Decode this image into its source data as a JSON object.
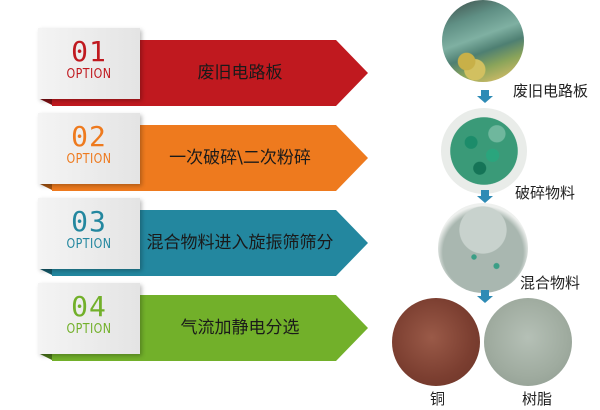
{
  "steps": [
    {
      "number": "01",
      "option": "OPTION",
      "label": "废旧电路板",
      "color": "#c0191f",
      "dark": "#7d1014"
    },
    {
      "number": "02",
      "option": "OPTION",
      "label": "一次破碎\\二次粉碎",
      "color": "#ee7a1e",
      "dark": "#a5530f"
    },
    {
      "number": "03",
      "option": "OPTION",
      "label": "混合物料进入旋振筛筛分",
      "color": "#23879f",
      "dark": "#155a6a"
    },
    {
      "number": "04",
      "option": "OPTION",
      "label": "气流加静电分选",
      "color": "#72b02a",
      "dark": "#497419"
    }
  ],
  "flow": {
    "items": [
      {
        "name": "circuit-board-photo",
        "caption": "废旧电路板"
      },
      {
        "name": "crushed-material-photo",
        "caption": "破碎物料"
      },
      {
        "name": "mixed-material-photo",
        "caption": "混合物料"
      },
      {
        "name": "copper-photo",
        "caption": "铜"
      },
      {
        "name": "resin-photo",
        "caption": "树脂"
      }
    ],
    "arrow_color": "#2e8bb5"
  }
}
